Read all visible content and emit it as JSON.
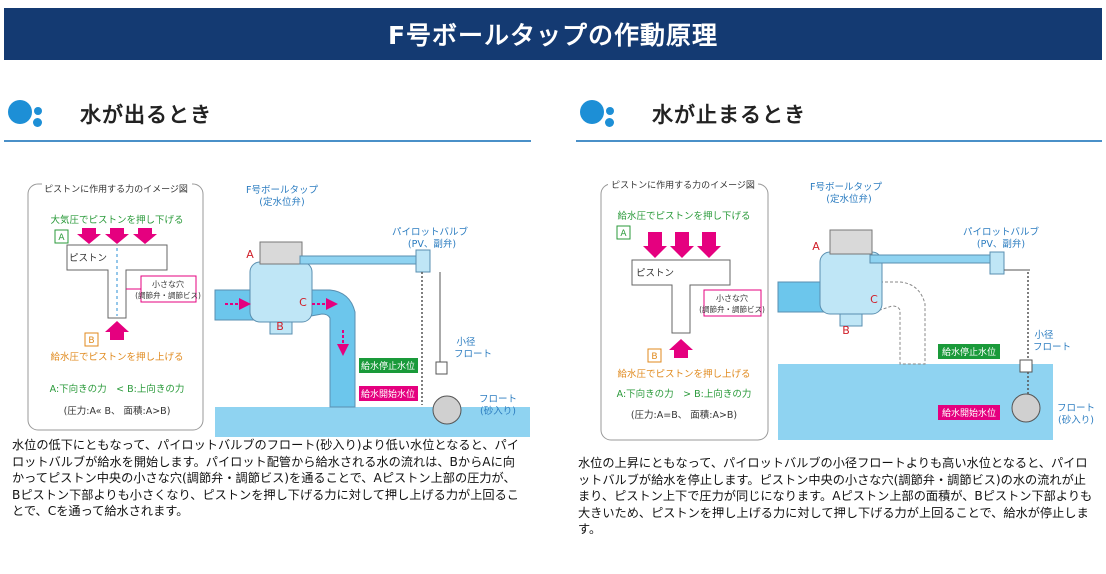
{
  "header": {
    "title": "F号ボールタップの作動原理"
  },
  "left": {
    "section_title": "水が出るとき",
    "force_box_title": "ピストンに作用する力のイメージ図",
    "top_force": "大気圧でピストンを押し下げる",
    "label_a": "A",
    "piston": "ピストン",
    "small_hole": "小さな穴",
    "small_hole_detail": "(調節弁・調節ビス)",
    "label_b": "B",
    "bottom_force": "給水圧でピストンを押し上げる",
    "force_compare": "A:下向きの力　< B:上向きの力",
    "ratio": "(圧力:A« B、 面積:A>B)",
    "tap_name": "F号ボールタップ",
    "tap_sub": "(定水位弁)",
    "pilot_name": "パイロットバルブ",
    "pilot_sub": "(PV、副弁)",
    "point_a": "A",
    "point_b": "B",
    "point_c": "C",
    "small_float": "小径",
    "small_float2": "フロート",
    "stop_level": "給水停止水位",
    "start_level": "給水開始水位",
    "float": "フロート",
    "float_sub": "(砂入り)",
    "description": "水位の低下にともなって、パイロットバルブのフロート(砂入り)より低い水位となると、パイロットバルブが給水を開始します。パイロット配管から給水される水の流れは、BからAに向かってピストン中央の小さな穴(調節弁・調節ビス)を通ることで、Aピストン上部の圧力が、Bピストン下部よりも小さくなり、ピストンを押し下げる力に対して押し上げる力が上回ることで、Cを通って給水されます。"
  },
  "right": {
    "section_title": "水が止まるとき",
    "force_box_title": "ピストンに作用する力のイメージ図",
    "top_force": "給水圧でピストンを押し下げる",
    "label_a": "A",
    "piston": "ピストン",
    "small_hole": "小さな穴",
    "small_hole_detail": "(調節弁・調節ビス)",
    "label_b": "B",
    "bottom_force": "給水圧でピストンを押し上げる",
    "force_compare": "A:下向きの力　> B:上向きの力",
    "ratio": "(圧力:A=B、 面積:A>B)",
    "tap_name": "F号ボールタップ",
    "tap_sub": "(定水位弁)",
    "pilot_name": "パイロットバルブ",
    "pilot_sub": "(PV、副弁)",
    "point_a": "A",
    "point_b": "B",
    "point_c": "C",
    "small_float": "小径",
    "small_float2": "フロート",
    "stop_level": "給水停止水位",
    "start_level": "給水開始水位",
    "float": "フロート",
    "float_sub": "(砂入り)",
    "description": "水位の上昇にともなって、パイロットバルブの小径フロートよりも高い水位となると、パイロットバルブが給水を停止します。ピストン中央の小さな穴(調節弁・調節ビス)の水の流れが止まり、ピストン上下で圧力が同じになります。Aピストン上部の面積が、Bピストン下部よりも大きいため、ピストンを押し上げる力に対して押し下げる力が上回ることで、給水が停止します。"
  },
  "colors": {
    "banner": "#143a72",
    "water": "#6cc6ec",
    "arrow": "#e5007f",
    "stop_tag": "#1a9a3a",
    "start_tag": "#e5007f"
  }
}
